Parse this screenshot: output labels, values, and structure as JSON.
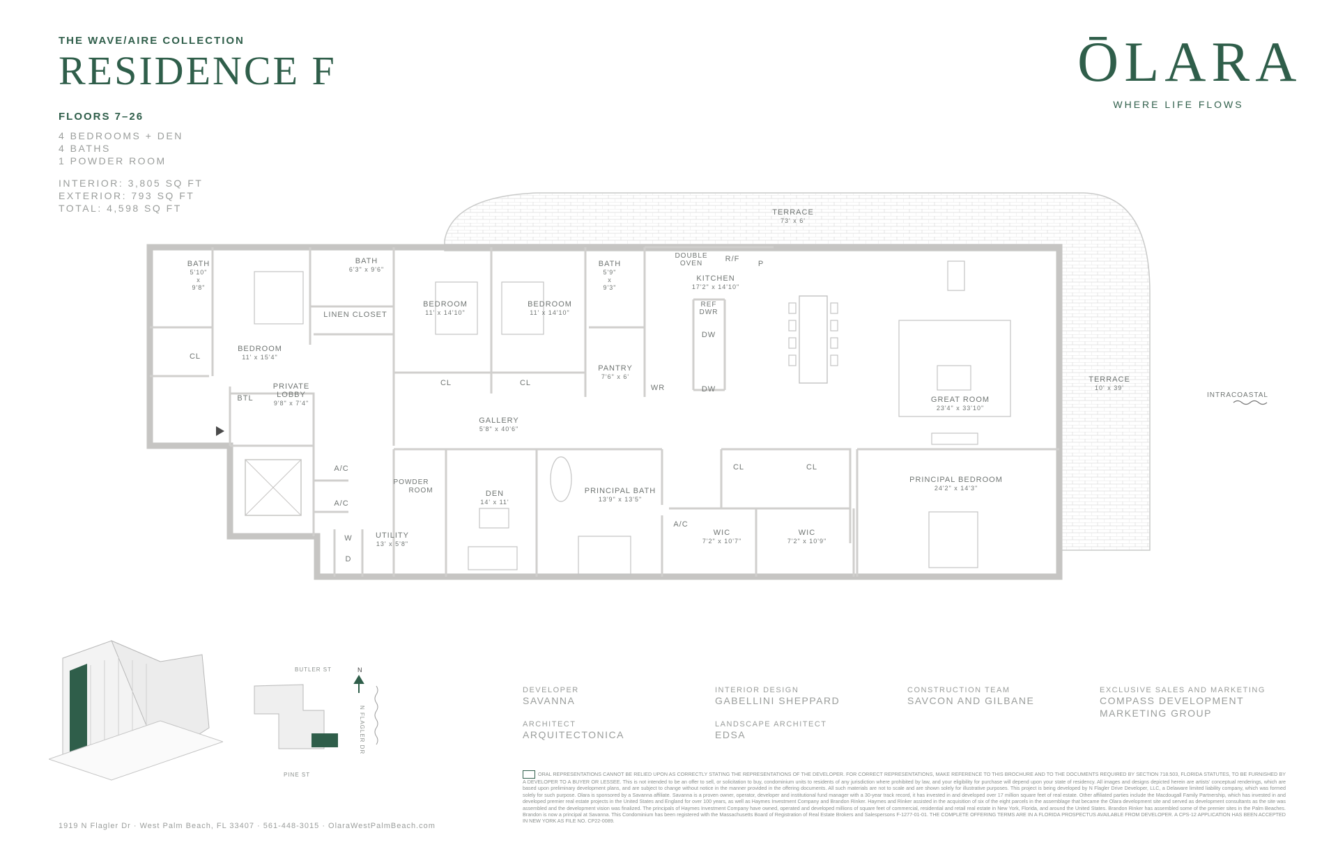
{
  "header": {
    "collection": "THE WAVE/AIRE COLLECTION",
    "residence": "RESIDENCE F",
    "floors": "FLOORS 7–26",
    "bedrooms": "4 BEDROOMS + DEN",
    "baths": "4 BATHS",
    "powder": "1 POWDER ROOM",
    "interior": "INTERIOR: 3,805 SQ FT",
    "exterior": "EXTERIOR: 793 SQ FT",
    "total": "TOTAL: 4,598 SQ FT"
  },
  "brand": {
    "name": "ŌLARA",
    "tagline": "WHERE LIFE FLOWS"
  },
  "rooms": {
    "terrace_top": {
      "name": "TERRACE",
      "dim": "73' x 6'"
    },
    "terrace_right": {
      "name": "TERRACE",
      "dim": "10' x 39'"
    },
    "intracoastal": "INTRACOASTAL",
    "bath1": {
      "name": "BATH",
      "dim1": "5'10\"",
      "dim2": "x",
      "dim3": "9'8\""
    },
    "bath2": {
      "name": "BATH",
      "dim": "6'3\" x 9'6\""
    },
    "bath3": {
      "name": "BATH",
      "dim1": "5'9\"",
      "dim2": "x",
      "dim3": "9'3\""
    },
    "bedroom1": {
      "name": "BEDROOM",
      "dim": "11' x 15'4\""
    },
    "bedroom2": {
      "name": "BEDROOM",
      "dim": "11' x 14'10\""
    },
    "bedroom3": {
      "name": "BEDROOM",
      "dim": "11' x 14'10\""
    },
    "linen": "LINEN CLOSET",
    "cl": "CL",
    "btl": "BTL",
    "wr": "WR",
    "ac": "A/C",
    "w": "W",
    "d": "D",
    "p": "P",
    "refdwr1": "REF",
    "refdwr2": "DWR",
    "dw": "DW",
    "double_oven1": "DOUBLE",
    "double_oven2": "OVEN",
    "rf": "R/F",
    "kitchen": {
      "name": "KITCHEN",
      "dim": "17'2\" x 14'10\""
    },
    "pantry": {
      "name": "PANTRY",
      "dim": "7'6\" x 6'"
    },
    "great_room": {
      "name": "GREAT ROOM",
      "dim": "23'4\" x 33'10\""
    },
    "private_lobby": {
      "name1": "PRIVATE",
      "name2": "LOBBY",
      "dim": "9'8\" x 7'4\""
    },
    "gallery": {
      "name": "GALLERY",
      "dim": "5'8\" x 40'6\""
    },
    "powder_room1": "POWDER",
    "powder_room2": "ROOM",
    "den": {
      "name": "DEN",
      "dim": "14' x 11'"
    },
    "principal_bath": {
      "name": "PRINCIPAL BATH",
      "dim": "13'9\" x 13'5\""
    },
    "wic1": {
      "name": "WIC",
      "dim": "7'2\" x 10'7\""
    },
    "wic2": {
      "name": "WIC",
      "dim": "7'2\" x 10'9\""
    },
    "principal_bedroom": {
      "name": "PRINCIPAL BEDROOM",
      "dim": "24'2\" x 14'3\""
    },
    "utility": {
      "name": "UTILITY",
      "dim": "13' x 5'8\""
    }
  },
  "sitemap": {
    "butler": "BUTLER ST",
    "pine": "PINE ST",
    "flagler": "N FLAGLER DR",
    "north": "N"
  },
  "credits": {
    "developer_label": "DEVELOPER",
    "developer": "SAVANNA",
    "architect_label": "ARCHITECT",
    "architect": "ARQUITECTONICA",
    "interior_label": "INTERIOR DESIGN",
    "interior": "GABELLINI SHEPPARD",
    "landscape_label": "LANDSCAPE ARCHITECT",
    "landscape": "EDSA",
    "construction_label": "CONSTRUCTION TEAM",
    "construction": "SAVCON AND GILBANE",
    "sales_label": "EXCLUSIVE SALES AND MARKETING",
    "sales1": "COMPASS DEVELOPMENT",
    "sales2": "MARKETING GROUP"
  },
  "footer": {
    "address": "1919 N Flagler Dr · West Palm Beach, FL 33407 · 561-448-3015 · OlaraWestPalmBeach.com",
    "disclaimer": "ORAL REPRESENTATIONS CANNOT BE RELIED UPON AS CORRECTLY STATING THE REPRESENTATIONS OF THE DEVELOPER. FOR CORRECT REPRESENTATIONS, MAKE REFERENCE TO THIS BROCHURE AND TO THE DOCUMENTS REQUIRED BY SECTION 718.503, FLORIDA STATUTES, TO BE FURNISHED BY A DEVELOPER TO A BUYER OR LESSEE. This is not intended to be an offer to sell, or solicitation to buy, condominium units to residents of any jurisdiction where prohibited by law, and your eligibility for purchase will depend upon your state of residency. All images and designs depicted herein are artists' conceptual renderings, which are based upon preliminary development plans, and are subject to change without notice in the manner provided in the offering documents. All such materials are not to scale and are shown solely for illustrative purposes. This project is being developed by N Flagler Drive Developer, LLC, a Delaware limited liability company, which was formed solely for such purpose. Olara is sponsored by a Savanna affiliate. Savanna is a proven owner, operator, developer and institutional fund manager with a 30-year track record, it has invested in and developed over 17 million square feet of real estate. Other affiliated parties include the Macdougall Family Partnership, which has invested in and developed premier real estate projects in the United States and England for over 100 years, as well as Haymes Investment Company and Brandon Rinker. Haymes and Rinker assisted in the acquisition of six of the eight parcels in the assemblage that became the Olara development site and served as development consultants as the site was assembled and the development vision was finalized. The principals of Haymes Investment Company have owned, operated and developed millions of square feet of commercial, residential and retail real estate in New York, Florida, and around the United States. Brandon Rinker has assembled some of the premier sites in the Palm Beaches. Brandon is now a principal at Savanna. This Condominium has been registered with the Massachusetts Board of Registration of Real Estate Brokers and Salespersons F-1277-01-01. THE COMPLETE OFFERING TERMS ARE IN A FLORIDA PROSPECTUS AVAILABLE FROM DEVELOPER. A CPS-12 APPLICATION HAS BEEN ACCEPTED IN NEW YORK AS FILE NO. CP22-0089."
  }
}
